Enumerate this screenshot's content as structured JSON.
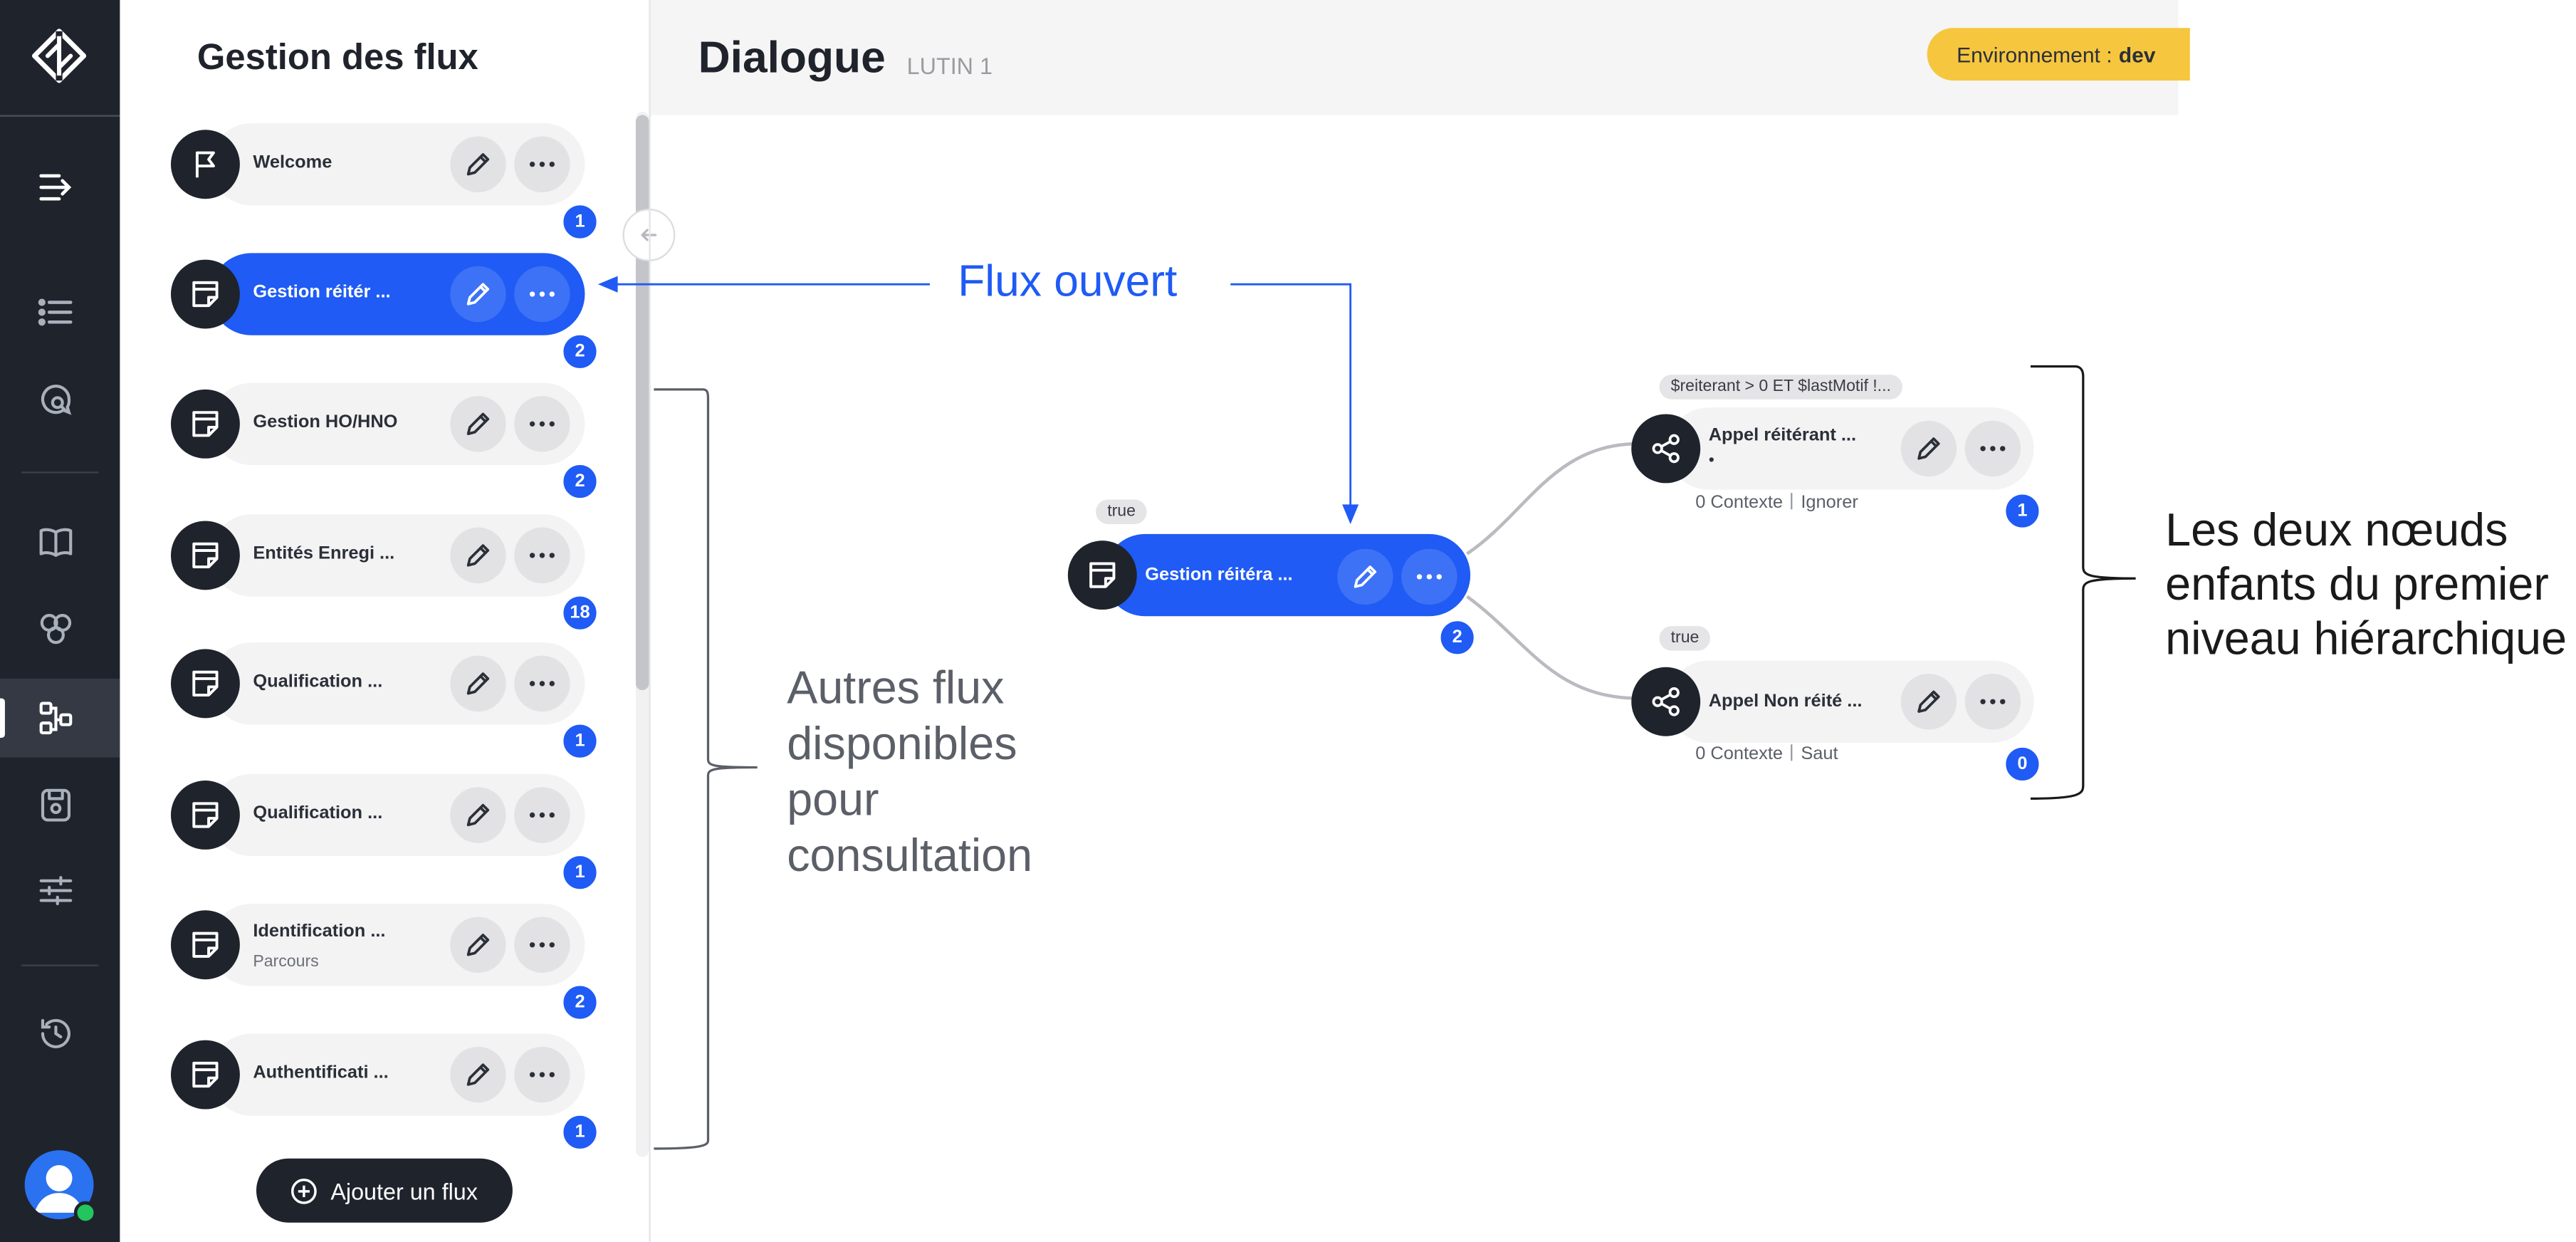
{
  "sidebar_panel": {
    "title": "Gestion des flux",
    "flows": [
      {
        "label": "Welcome",
        "sub": "",
        "badge": "1",
        "icon": "flag-icon",
        "active": false
      },
      {
        "label": "Gestion réitér ...",
        "sub": "",
        "badge": "2",
        "icon": "flow-icon",
        "active": true
      },
      {
        "label": "Gestion HO/HNO",
        "sub": "",
        "badge": "2",
        "icon": "flow-icon",
        "active": false
      },
      {
        "label": "Entités Enregi ...",
        "sub": "",
        "badge": "18",
        "icon": "flow-icon",
        "active": false
      },
      {
        "label": "Qualification ...",
        "sub": "",
        "badge": "1",
        "icon": "flow-icon",
        "active": false
      },
      {
        "label": "Qualification ...",
        "sub": "",
        "badge": "1",
        "icon": "flow-icon",
        "active": false
      },
      {
        "label": "Identification ...",
        "sub": "Parcours",
        "badge": "2",
        "icon": "flow-icon",
        "active": false
      },
      {
        "label": "Authentificati ...",
        "sub": "",
        "badge": "1",
        "icon": "flow-icon",
        "active": false
      }
    ],
    "add_button": "Ajouter un flux"
  },
  "header": {
    "title": "Dialogue",
    "subtitle": "LUTIN 1",
    "env_label": "Environnement :",
    "env_value": "dev"
  },
  "canvas": {
    "main_node": {
      "tag": "true",
      "label": "Gestion réitéra ...",
      "badge": "2"
    },
    "child_nodes": [
      {
        "tag": "$reiterant > 0 ET $lastMotif !...",
        "label": "Appel réitérant ...",
        "bullet": "•",
        "context": "0 Contexte",
        "action": "Ignorer",
        "badge": "1"
      },
      {
        "tag": "true",
        "label": "Appel Non réité ...",
        "bullet": "",
        "context": "0 Contexte",
        "action": "Saut",
        "badge": "0"
      }
    ]
  },
  "annotations": {
    "open_flow": "Flux ouvert",
    "other_flows": "Autres flux disponibles pour consultation",
    "children": "Les deux nœuds enfants du premier niveau hiérarchique"
  },
  "colors": {
    "accent": "#1f5bf4",
    "rail": "#1f232c",
    "env": "#f6c63f"
  }
}
